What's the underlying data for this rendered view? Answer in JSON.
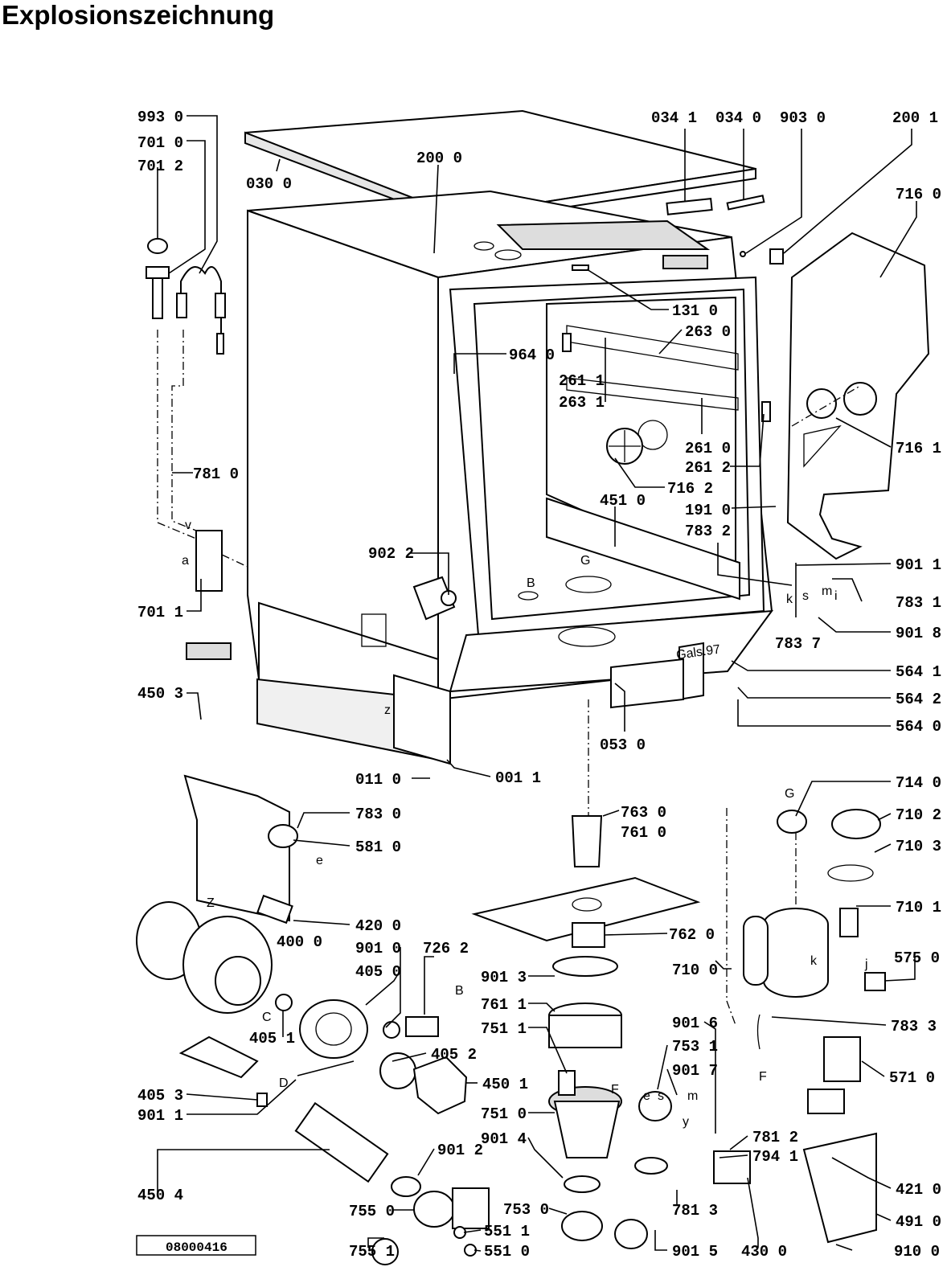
{
  "title": "Explosionszeichnung",
  "drawing_number": "08000416",
  "part_labels": [
    {
      "id": "993_0",
      "text": "993 0"
    },
    {
      "id": "701_0",
      "text": "701 0"
    },
    {
      "id": "701_2",
      "text": "701 2"
    },
    {
      "id": "030_0",
      "text": "030 0"
    },
    {
      "id": "200_0",
      "text": "200 0"
    },
    {
      "id": "034_1",
      "text": "034 1"
    },
    {
      "id": "034_0",
      "text": "034 0"
    },
    {
      "id": "903_0",
      "text": "903 0"
    },
    {
      "id": "200_1",
      "text": "200 1"
    },
    {
      "id": "716_0",
      "text": "716 0"
    },
    {
      "id": "131_0",
      "text": "131 0"
    },
    {
      "id": "263_0",
      "text": "263 0"
    },
    {
      "id": "964_0",
      "text": "964 0"
    },
    {
      "id": "261_1",
      "text": "261 1"
    },
    {
      "id": "263_1",
      "text": "263 1"
    },
    {
      "id": "716_1",
      "text": "716 1"
    },
    {
      "id": "261_0",
      "text": "261 0"
    },
    {
      "id": "261_2",
      "text": "261 2"
    },
    {
      "id": "781_0",
      "text": "781 0"
    },
    {
      "id": "716_2",
      "text": "716 2"
    },
    {
      "id": "451_0",
      "text": "451 0"
    },
    {
      "id": "191_0",
      "text": "191 0"
    },
    {
      "id": "783_2",
      "text": "783 2"
    },
    {
      "id": "902_2",
      "text": "902 2"
    },
    {
      "id": "901_1a",
      "text": "901 1"
    },
    {
      "id": "701_1",
      "text": "701 1"
    },
    {
      "id": "783_1",
      "text": "783 1"
    },
    {
      "id": "783_7",
      "text": "783 7"
    },
    {
      "id": "901_8",
      "text": "901 8"
    },
    {
      "id": "564_1",
      "text": "564 1"
    },
    {
      "id": "450_3",
      "text": "450 3"
    },
    {
      "id": "564_2",
      "text": "564 2"
    },
    {
      "id": "564_0",
      "text": "564 0"
    },
    {
      "id": "053_0",
      "text": "053 0"
    },
    {
      "id": "011_0",
      "text": "011 0"
    },
    {
      "id": "001_1",
      "text": "001 1"
    },
    {
      "id": "714_0",
      "text": "714 0"
    },
    {
      "id": "783_0",
      "text": "783 0"
    },
    {
      "id": "763_0",
      "text": "763 0"
    },
    {
      "id": "710_2",
      "text": "710 2"
    },
    {
      "id": "761_0",
      "text": "761 0"
    },
    {
      "id": "581_0",
      "text": "581 0"
    },
    {
      "id": "710_3",
      "text": "710 3"
    },
    {
      "id": "710_1",
      "text": "710 1"
    },
    {
      "id": "420_0",
      "text": "420 0"
    },
    {
      "id": "762_0",
      "text": "762 0"
    },
    {
      "id": "400_0",
      "text": "400 0"
    },
    {
      "id": "901_0",
      "text": "901 0"
    },
    {
      "id": "726_2",
      "text": "726 2"
    },
    {
      "id": "575_0",
      "text": "575 0"
    },
    {
      "id": "405_0",
      "text": "405 0"
    },
    {
      "id": "901_3",
      "text": "901 3"
    },
    {
      "id": "710_0",
      "text": "710 0"
    },
    {
      "id": "761_1",
      "text": "761 1"
    },
    {
      "id": "901_6",
      "text": "901 6"
    },
    {
      "id": "783_3",
      "text": "783 3"
    },
    {
      "id": "405_1",
      "text": "405 1"
    },
    {
      "id": "751_1",
      "text": "751 1"
    },
    {
      "id": "753_1",
      "text": "753 1"
    },
    {
      "id": "405_2",
      "text": "405 2"
    },
    {
      "id": "571_0",
      "text": "571 0"
    },
    {
      "id": "901_7",
      "text": "901 7"
    },
    {
      "id": "405_3",
      "text": "405 3"
    },
    {
      "id": "450_1",
      "text": "450 1"
    },
    {
      "id": "901_1b",
      "text": "901 1"
    },
    {
      "id": "751_0",
      "text": "751 0"
    },
    {
      "id": "901_4",
      "text": "901 4"
    },
    {
      "id": "781_2",
      "text": "781 2"
    },
    {
      "id": "901_2",
      "text": "901 2"
    },
    {
      "id": "794_1",
      "text": "794 1"
    },
    {
      "id": "450_4",
      "text": "450 4"
    },
    {
      "id": "421_0",
      "text": "421 0"
    },
    {
      "id": "755_0",
      "text": "755 0"
    },
    {
      "id": "753_0",
      "text": "753 0"
    },
    {
      "id": "781_3",
      "text": "781 3"
    },
    {
      "id": "551_1",
      "text": "551 1"
    },
    {
      "id": "491_0",
      "text": "491 0"
    },
    {
      "id": "755_1",
      "text": "755 1"
    },
    {
      "id": "551_0",
      "text": "551 0"
    },
    {
      "id": "901_5",
      "text": "901 5"
    },
    {
      "id": "430_0",
      "text": "430 0"
    },
    {
      "id": "910_0",
      "text": "910 0"
    }
  ],
  "letter_markers": [
    "a",
    "v",
    "B",
    "G",
    "k",
    "s",
    "m",
    "i",
    "z",
    "e",
    "C",
    "D",
    "F",
    "j",
    "y",
    "Z"
  ]
}
